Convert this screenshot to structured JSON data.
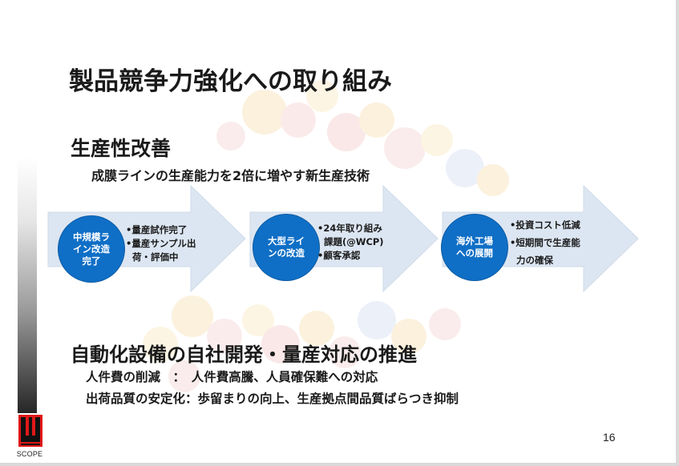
{
  "slide": {
    "title": "製品競争力強化への取り組み",
    "section1": {
      "heading": "生産性改善",
      "subline": "成膜ラインの生産能力を2倍に増やす新生産技術",
      "steps": [
        {
          "circle_lines": [
            "中規模ラ",
            "イン改造",
            "完了"
          ],
          "bullets": [
            "•量産試作完了",
            "•量産サンプル出",
            "荷・評価中"
          ]
        },
        {
          "circle_lines": [
            "大型ライ",
            "ンの改造"
          ],
          "bullets": [
            "•24年取り組み",
            "課題(@WCP)",
            "•顧客承認"
          ]
        },
        {
          "circle_lines": [
            "海外工場",
            "への展開"
          ],
          "bullets": [
            "•投資コスト低減",
            "•短期間で生産能",
            "力の確保"
          ]
        }
      ]
    },
    "section2": {
      "heading": "自動化設備の自社開発・量産対応の推進",
      "line1": "人件費の削減　：　人件費高騰、人員確保難への対応",
      "line2": "出荷品質の安定化：歩留まりの向上、生産拠点間品質ばらつき抑制"
    },
    "page_number": "16",
    "logo_text": "SCOPE",
    "colors": {
      "circle": "#0f6fc6",
      "arrow": "#dce6f2",
      "text": "#1a1a1a"
    }
  }
}
